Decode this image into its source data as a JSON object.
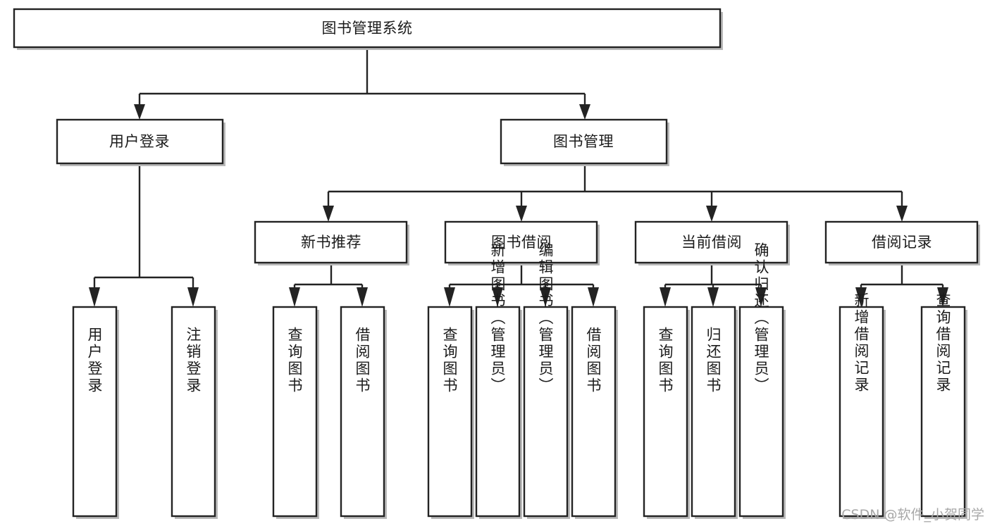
{
  "diagram": {
    "type": "tree-hierarchy",
    "title": "图书管理系统",
    "background_color": "#ffffff",
    "line_color": "#232323",
    "box_fill": "#ffffff",
    "watermark": "CSDN @软件_小贺同学",
    "watermark_color": "#a8a8a8",
    "levels": 4,
    "nodes": {
      "root": {
        "label": "图书管理系统"
      },
      "level2": [
        {
          "label": "用户登录"
        },
        {
          "label": "图书管理"
        }
      ],
      "level3": [
        {
          "label": "新书推荐"
        },
        {
          "label": "图书借阅"
        },
        {
          "label": "当前借阅"
        },
        {
          "label": "借阅记录"
        }
      ],
      "leaves": {
        "user_login": [
          {
            "label": "用户登录"
          },
          {
            "label": "注销登录"
          }
        ],
        "new_book_recommend": [
          {
            "label": "查询图书"
          },
          {
            "label": "借阅图书"
          }
        ],
        "book_borrow": [
          {
            "label": "查询图书"
          },
          {
            "label": "新增图书（管理员）"
          },
          {
            "label": "编辑图书（管理员）"
          },
          {
            "label": "借阅图书"
          }
        ],
        "current_borrow": [
          {
            "label": "查询图书"
          },
          {
            "label": "归还图书"
          },
          {
            "label": "确认归还（管理员）"
          }
        ],
        "borrow_record": [
          {
            "label": "新增借阅记录"
          },
          {
            "label": "查询借阅记录"
          }
        ]
      }
    }
  }
}
